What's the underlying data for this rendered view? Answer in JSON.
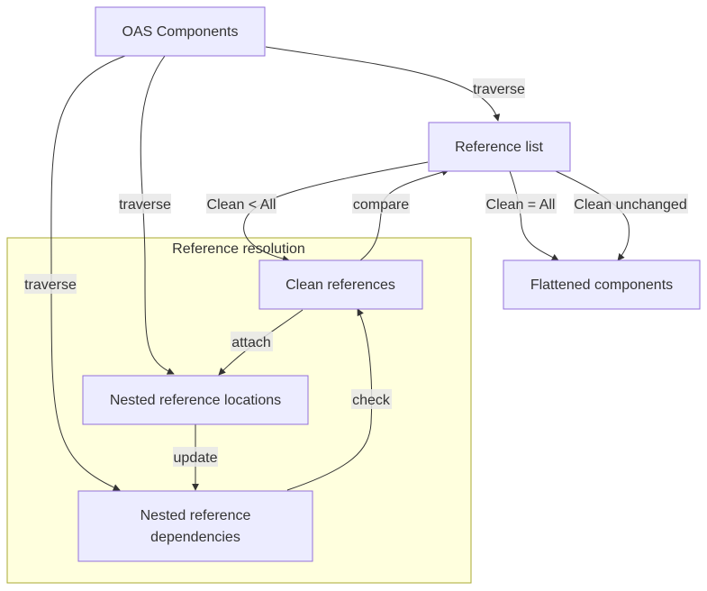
{
  "cluster": {
    "label": "Reference resolution"
  },
  "nodes": {
    "oas": "OAS Components",
    "reflist": "Reference list",
    "clean": "Clean references",
    "flattened": "Flattened components",
    "locations": "Nested reference locations",
    "deps_line1": "Nested reference",
    "deps_line2": "dependencies"
  },
  "edges": {
    "oas_reflist": "traverse",
    "oas_locations": "traverse",
    "oas_deps": "traverse",
    "reflist_clean": "Clean < All",
    "clean_reflist": "compare",
    "reflist_flat_all": "Clean = All",
    "reflist_flat_unchanged": "Clean unchanged",
    "clean_locations": "attach",
    "locations_deps": "update",
    "deps_clean": "check"
  },
  "colors": {
    "node_fill": "#ececff",
    "node_stroke": "#9370db",
    "cluster_fill": "#ffffde",
    "cluster_stroke": "#aaaa33",
    "edge": "#333333",
    "label_bg": "#e8e8e8"
  }
}
